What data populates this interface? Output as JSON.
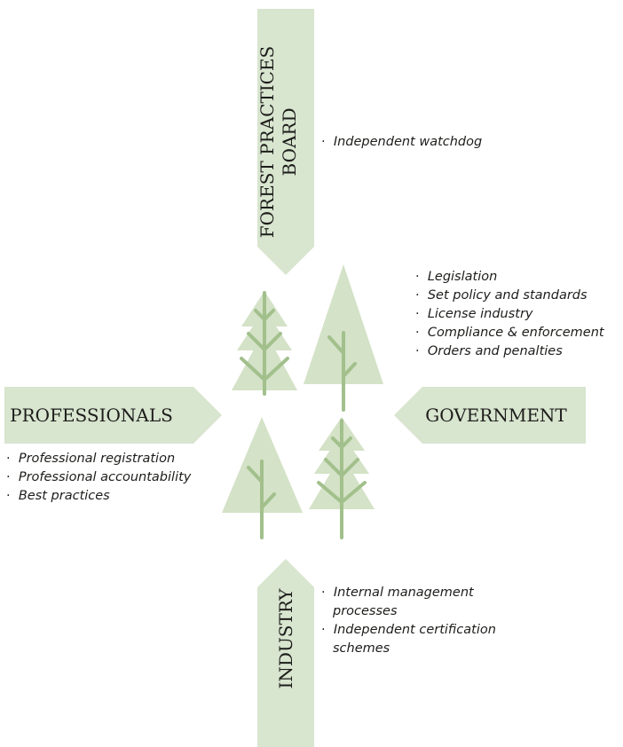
{
  "colors": {
    "arrow_fill": "#d8e5cf",
    "tree_light": "#d4e2c7",
    "tree_line": "#a2c08c",
    "text": "#1d1d1b"
  },
  "arrows": {
    "board": {
      "line1": "FOREST PRACTICES",
      "line2": "BOARD"
    },
    "professionals": {
      "label": "PROFESSIONALS"
    },
    "government": {
      "label": "GOVERNMENT"
    },
    "industry": {
      "label": "INDUSTRY"
    }
  },
  "bullets": {
    "board": [
      "Independent watchdog"
    ],
    "government": [
      "Legislation",
      "Set policy and standards",
      "License industry",
      "Compliance & enforcement",
      "Orders and penalties"
    ],
    "professionals": [
      "Professional registration",
      "Professional accountability",
      "Best practices"
    ],
    "industry": [
      "Internal management processes",
      "Independent certification schemes"
    ]
  },
  "icons": [
    "fir-tree-icon",
    "deciduous-tree-icon",
    "deciduous-tree-icon",
    "fir-tree-icon"
  ]
}
